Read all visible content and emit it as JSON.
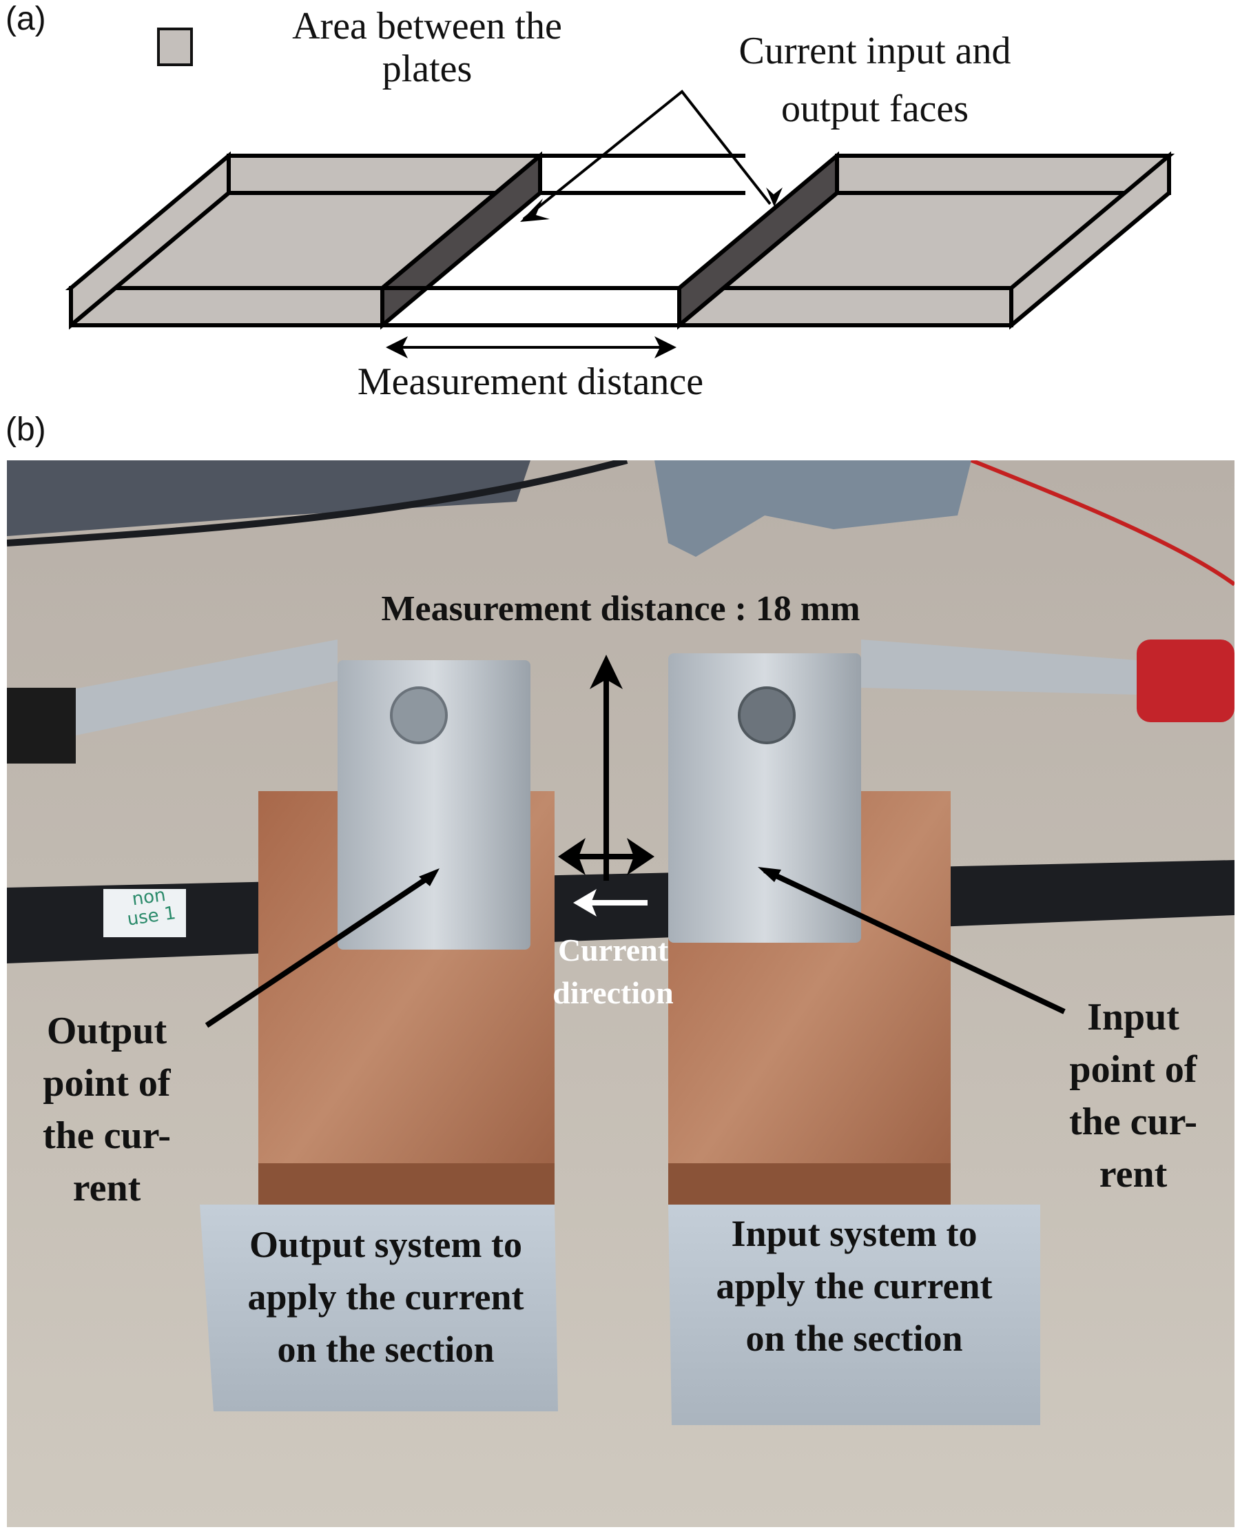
{
  "panel_a": {
    "label": "(a)",
    "legend_text_line1": "Area between the",
    "legend_text_line2": "plates",
    "faces_label_line1": "Current input and",
    "faces_label_line2": "output faces",
    "distance_label": "Measurement distance",
    "colors": {
      "plate": "#c4bfbb",
      "face": "#4d494a",
      "stroke": "#000000"
    }
  },
  "panel_b": {
    "label": "(b)",
    "title": "Measurement distance : 18 mm",
    "current_direction_line1": "Current",
    "current_direction_line2": "direction",
    "output_point": [
      "Output",
      "point of",
      "the cur-",
      "rent"
    ],
    "input_point": [
      "Input",
      "point of",
      "the cur-",
      "rent"
    ],
    "output_system": [
      "Output system to",
      "apply the current",
      "on the section"
    ],
    "input_system": [
      "Input system to",
      "apply the current",
      "on the section"
    ],
    "sample_tag_line1": "non",
    "sample_tag_line2": "use 1",
    "colors": {
      "copper": "#b57a5c",
      "aluminium": "#b9c3cc",
      "table": "#c9c2b8",
      "sample": "#1c1e22"
    }
  }
}
